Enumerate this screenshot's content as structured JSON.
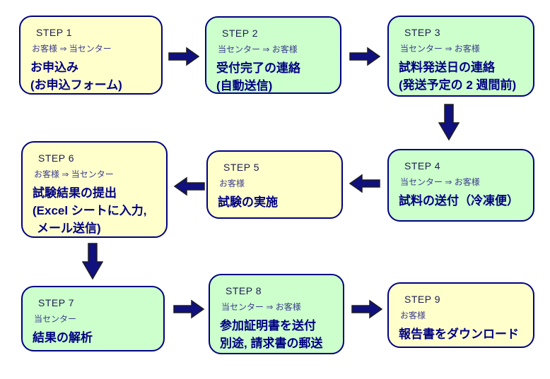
{
  "diagram": {
    "description": "9-step process flowchart (Japanese), boustrophedon layout: row1 left-to-right, row2 right-to-left, row3 left-to-right"
  },
  "colors": {
    "background": "#FFFFFF",
    "box_yellow": "#FFFFCC",
    "box_green": "#CCFFCC",
    "border_navy": "#000080",
    "arrow_navy": "#10107E",
    "arrow_outline": "#1F1F1F",
    "step_text": "#1B1B4F",
    "route_text": "#3C3C8E",
    "title_text": "#000082"
  },
  "steps": [
    {
      "step": "STEP 1",
      "route": "お客様 ⇒ 当センター",
      "title_lines": [
        "お申込み",
        "(お申込フォーム)"
      ],
      "color": "yellow"
    },
    {
      "step": "STEP 2",
      "route": "当センター ⇒ お客様",
      "title_lines": [
        "受付完了の連絡",
        "(自動送信)"
      ],
      "color": "green"
    },
    {
      "step": "STEP 3",
      "route": "当センター ⇒ お客様",
      "title_lines": [
        "試料発送日の連絡",
        "(発送予定の 2 週間前)"
      ],
      "color": "green"
    },
    {
      "step": "STEP 4",
      "route": "当センター ⇒ お客様",
      "title_lines": [
        "試料の送付（冷凍便）"
      ],
      "color": "green"
    },
    {
      "step": "STEP 5",
      "route": "お客様",
      "title_lines": [
        "試験の実施"
      ],
      "color": "yellow"
    },
    {
      "step": "STEP 6",
      "route": "お客様 ⇒ 当センター",
      "title_lines": [
        "試験結果の提出",
        "(Excel シートに入力,",
        "メール送信)"
      ],
      "color": "yellow"
    },
    {
      "step": "STEP 7",
      "route": "当センター",
      "title_lines": [
        "結果の解析"
      ],
      "color": "green"
    },
    {
      "step": "STEP 8",
      "route": "当センター ⇒ お客様",
      "title_lines": [
        "参加証明書を送付",
        "別途, 請求書の郵送"
      ],
      "color": "green"
    },
    {
      "step": "STEP 9",
      "route": "お客様",
      "title_lines": [
        "報告書をダウンロード"
      ],
      "color": "yellow"
    }
  ],
  "arrows": [
    {
      "from": "STEP 1",
      "to": "STEP 2",
      "direction": "right"
    },
    {
      "from": "STEP 2",
      "to": "STEP 3",
      "direction": "right"
    },
    {
      "from": "STEP 3",
      "to": "STEP 4",
      "direction": "down"
    },
    {
      "from": "STEP 4",
      "to": "STEP 5",
      "direction": "left"
    },
    {
      "from": "STEP 5",
      "to": "STEP 6",
      "direction": "left"
    },
    {
      "from": "STEP 6",
      "to": "STEP 7",
      "direction": "down"
    },
    {
      "from": "STEP 7",
      "to": "STEP 8",
      "direction": "right"
    },
    {
      "from": "STEP 8",
      "to": "STEP 9",
      "direction": "right"
    }
  ]
}
